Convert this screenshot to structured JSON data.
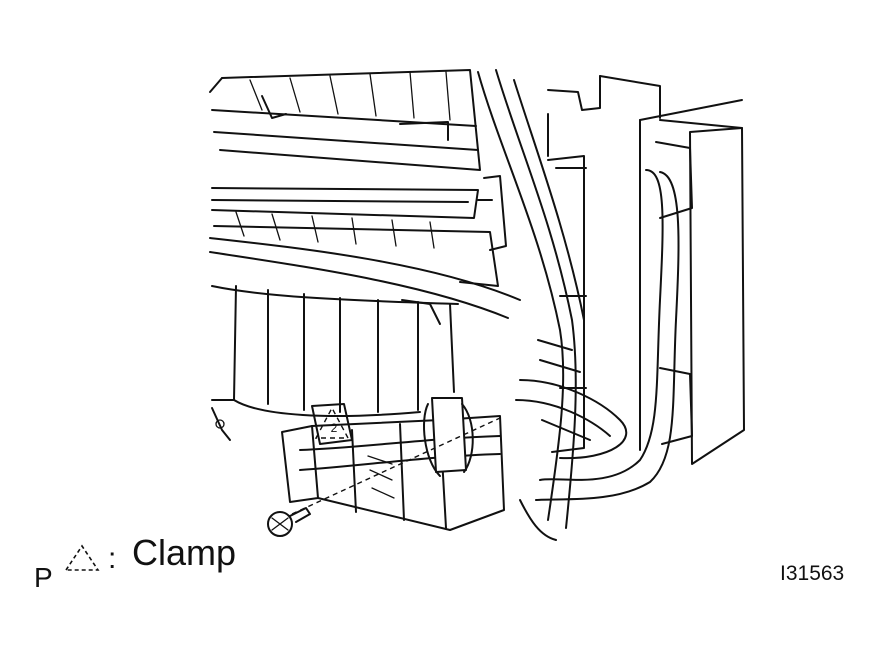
{
  "legend": {
    "marker": "P",
    "separator": ":",
    "label": "Clamp"
  },
  "figure_code": "I31563",
  "icons": [
    "clamp-triangle-icon",
    "screw-icon"
  ]
}
